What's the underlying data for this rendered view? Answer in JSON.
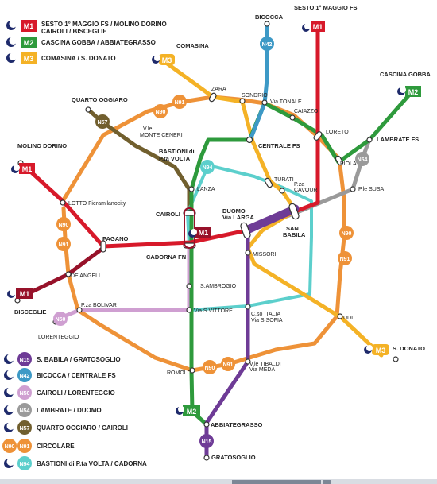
{
  "colors": {
    "m1": "#d7192a",
    "m2": "#2e9a3c",
    "m3": "#f4b226",
    "n15": "#6e3b96",
    "n42": "#3d99c6",
    "n50": "#cf9fd1",
    "n54": "#9a9a9a",
    "n57": "#715f2e",
    "n90": "#ee9238",
    "n94": "#5ccfcc",
    "atm": "#1e2a6b"
  },
  "legend_top": [
    {
      "code": "M1",
      "line": "m1",
      "text1": "SESTO 1° MAGGIO FS / MOLINO DORINO",
      "text2": "CAIROLI / BISCEGLIE"
    },
    {
      "code": "M2",
      "line": "m2",
      "text1": "CASCINA GOBBA / ABBIATEGRASSO",
      "text2": ""
    },
    {
      "code": "M3",
      "line": "m3",
      "text1": "COMASINA / S. DONATO",
      "text2": ""
    }
  ],
  "legend_bottom": [
    {
      "code": "N15",
      "line": "n15",
      "text": "S. BABILA / GRATOSOGLIO"
    },
    {
      "code": "N42",
      "line": "n42",
      "text": "BICOCCA / CENTRALE FS"
    },
    {
      "code": "N50",
      "line": "n50",
      "text": "CAIROLI / LORENTEGGIO"
    },
    {
      "code": "N54",
      "line": "n54",
      "text": "LAMBRATE / DUOMO"
    },
    {
      "code": "N57",
      "line": "n57",
      "text": "QUARTO OGGIARO / CAIROLI"
    },
    {
      "code": "N90",
      "code2": "N91",
      "line": "n90",
      "text": "CIRCOLARE"
    },
    {
      "code": "N94",
      "line": "n94",
      "text": "BASTIONI di P.ta VOLTA / CADORNA"
    }
  ],
  "stations": {
    "sesto": "SESTO 1° MAGGIO FS",
    "bicocca": "BICOCCA",
    "comasina": "COMASINA",
    "cascina_gobba": "CASCINA GOBBA",
    "quarto_oggiaro": "QUARTO OGGIARO",
    "zara": "ZARA",
    "sondrio": "SONDRIO",
    "via_tonale": "Via TONALE",
    "caiazzo": "CAIAZZO",
    "loreto": "LORETO",
    "lambrate": "LAMBRATE FS",
    "piola": "PIOLA",
    "monteceneri_1": "V.le",
    "monteceneri_2": "MONTE CENERI",
    "molino_dorino": "MOLINO DORINO",
    "bastioni_1": "BASTIONI di",
    "bastioni_2": "P.ta VOLTA",
    "centrale": "CENTRALE FS",
    "lanza": "LANZA",
    "turati": "TURATI",
    "cavour_1": "P.za",
    "cavour_2": "CAVOUR",
    "psusa": "P.le SUSA",
    "lotto": "LOTTO Fieramilanocity",
    "cairoli": "CAIROLI",
    "duomo_1": "DUOMO",
    "duomo_2": "Via LARGA",
    "san_babila_1": "SAN",
    "san_babila_2": "BABILA",
    "pagano": "PAGANO",
    "cadorna": "CADORNA FN",
    "missori": "MISSORI",
    "de_angeli": "DE ANGELI",
    "s_ambrogio": "S.AMBROGIO",
    "bisceglie": "BISCEGLIE",
    "p_bolivar": "P.za BOLIVAR",
    "via_s_vittore": "Via S.VITTORE",
    "c_italia_1": "C.so ITALIA",
    "c_italia_2": "Via S.SOFIA",
    "lorenteggio": "LORENTEGGIO",
    "udi": "UDI",
    "s_donato": "S. DONATO",
    "romolo": "ROMOLO",
    "tibaldi_1": "V.le TIBALDI",
    "tibaldi_2": "Via MEDA",
    "abbiategrasso": "ABBIATEGRASSO",
    "gratosoglio": "GRATOSOGLIO"
  },
  "badges": {
    "m1": "M1",
    "m2": "M2",
    "m3": "M3",
    "n15": "N15",
    "n42": "N42",
    "n50": "N50",
    "n54": "N54",
    "n57": "N57",
    "n90": "N90",
    "n91": "N91",
    "n94": "N94"
  }
}
